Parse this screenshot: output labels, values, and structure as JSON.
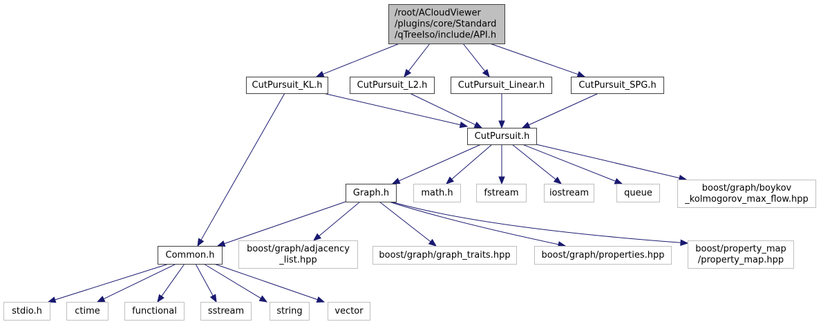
{
  "diagram": {
    "type": "include-dependency-graph",
    "colors": {
      "edge": "#191970",
      "root_fill": "#bfbfbf",
      "project_border": "#404040",
      "external_border": "#bfbfbf"
    },
    "nodes": [
      {
        "id": "api",
        "kind": "root",
        "lines": [
          "/root/ACloudViewer",
          "/plugins/core/Standard",
          "/qTreeIso/include/API.h"
        ]
      },
      {
        "id": "kl",
        "kind": "project",
        "lines": [
          "CutPursuit_KL.h"
        ]
      },
      {
        "id": "l2",
        "kind": "project",
        "lines": [
          "CutPursuit_L2.h"
        ]
      },
      {
        "id": "linear",
        "kind": "project",
        "lines": [
          "CutPursuit_Linear.h"
        ]
      },
      {
        "id": "spg",
        "kind": "project",
        "lines": [
          "CutPursuit_SPG.h"
        ]
      },
      {
        "id": "cp",
        "kind": "project",
        "lines": [
          "CutPursuit.h"
        ]
      },
      {
        "id": "graph",
        "kind": "project",
        "lines": [
          "Graph.h"
        ]
      },
      {
        "id": "math",
        "kind": "external",
        "lines": [
          "math.h"
        ]
      },
      {
        "id": "fstream",
        "kind": "external",
        "lines": [
          "fstream"
        ]
      },
      {
        "id": "iostream",
        "kind": "external",
        "lines": [
          "iostream"
        ]
      },
      {
        "id": "queue",
        "kind": "external",
        "lines": [
          "queue"
        ]
      },
      {
        "id": "bk",
        "kind": "external",
        "lines": [
          "boost/graph/boykov",
          "_kolmogorov_max_flow.hpp"
        ]
      },
      {
        "id": "common",
        "kind": "project",
        "lines": [
          "Common.h"
        ]
      },
      {
        "id": "adj",
        "kind": "external",
        "lines": [
          "boost/graph/adjacency",
          "_list.hpp"
        ]
      },
      {
        "id": "traits",
        "kind": "external",
        "lines": [
          "boost/graph/graph_traits.hpp"
        ]
      },
      {
        "id": "props",
        "kind": "external",
        "lines": [
          "boost/graph/properties.hpp"
        ]
      },
      {
        "id": "pmap",
        "kind": "external",
        "lines": [
          "boost/property_map",
          "/property_map.hpp"
        ]
      },
      {
        "id": "stdio",
        "kind": "external",
        "lines": [
          "stdio.h"
        ]
      },
      {
        "id": "ctime",
        "kind": "external",
        "lines": [
          "ctime"
        ]
      },
      {
        "id": "functional",
        "kind": "external",
        "lines": [
          "functional"
        ]
      },
      {
        "id": "sstream",
        "kind": "external",
        "lines": [
          "sstream"
        ]
      },
      {
        "id": "string",
        "kind": "external",
        "lines": [
          "string"
        ]
      },
      {
        "id": "vector",
        "kind": "external",
        "lines": [
          "vector"
        ]
      }
    ],
    "edges": [
      {
        "from": "api",
        "to": "kl"
      },
      {
        "from": "api",
        "to": "l2"
      },
      {
        "from": "api",
        "to": "linear"
      },
      {
        "from": "api",
        "to": "spg"
      },
      {
        "from": "kl",
        "to": "cp"
      },
      {
        "from": "kl",
        "to": "common"
      },
      {
        "from": "l2",
        "to": "cp"
      },
      {
        "from": "linear",
        "to": "cp"
      },
      {
        "from": "spg",
        "to": "cp"
      },
      {
        "from": "cp",
        "to": "graph"
      },
      {
        "from": "cp",
        "to": "math"
      },
      {
        "from": "cp",
        "to": "fstream"
      },
      {
        "from": "cp",
        "to": "iostream"
      },
      {
        "from": "cp",
        "to": "queue"
      },
      {
        "from": "cp",
        "to": "bk"
      },
      {
        "from": "graph",
        "to": "common"
      },
      {
        "from": "graph",
        "to": "adj"
      },
      {
        "from": "graph",
        "to": "traits"
      },
      {
        "from": "graph",
        "to": "props"
      },
      {
        "from": "graph",
        "to": "pmap"
      },
      {
        "from": "common",
        "to": "stdio"
      },
      {
        "from": "common",
        "to": "ctime"
      },
      {
        "from": "common",
        "to": "functional"
      },
      {
        "from": "common",
        "to": "sstream"
      },
      {
        "from": "common",
        "to": "string"
      },
      {
        "from": "common",
        "to": "vector"
      }
    ]
  }
}
